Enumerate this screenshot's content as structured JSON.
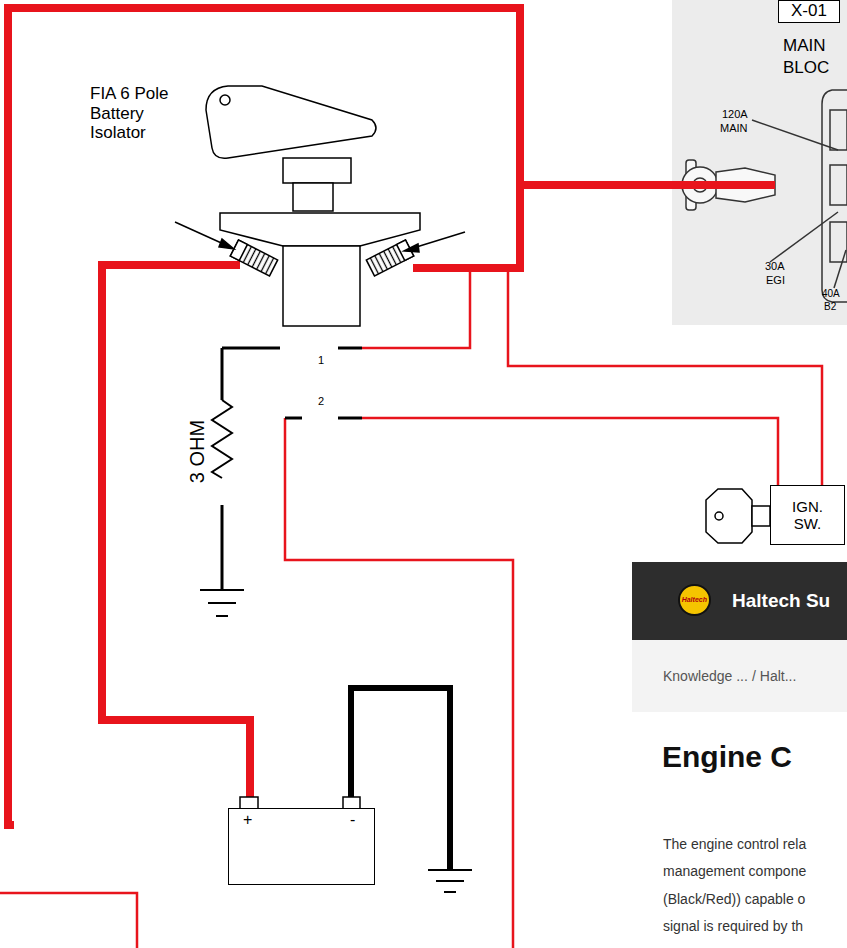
{
  "diagram": {
    "nodes": [
      {
        "text": [
          "X-01"
        ]
      },
      {
        "text": [
          "IGN. SW."
        ]
      },
      {
        "text": [
          "Haltech Su"
        ]
      },
      {
        "text": [
          "Haltech"
        ],
        "in": 2
      },
      {
        "text": [
          "+",
          "-"
        ]
      }
    ],
    "labels": [
      "FIA 6 Pole Battery Isolator",
      "MAIN",
      "BLOC",
      "120A",
      "MAIN",
      "30A",
      "EGI",
      "40A",
      "B2",
      "1",
      "2",
      "3 OHM",
      "Knowledge ...",
      "/ Halt...",
      "Engine C",
      "The engine control rela",
      "management compone",
      "(Black/Red)) capable o",
      "signal is required by th"
    ]
  }
}
